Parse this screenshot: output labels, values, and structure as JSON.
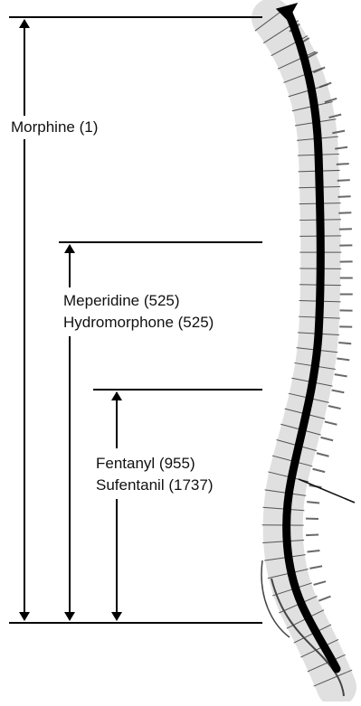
{
  "diagram": {
    "morphine_label": "Morphine (1)",
    "meperidine_label": "Meperidine (525)",
    "hydromorphone_label": "Hydromorphone (525)",
    "fentanyl_label": "Fentanyl (955)",
    "sufentanil_label": "Sufentanil (1737)",
    "line_color": "#000000",
    "spine_image": "spinal-column-illustration"
  }
}
